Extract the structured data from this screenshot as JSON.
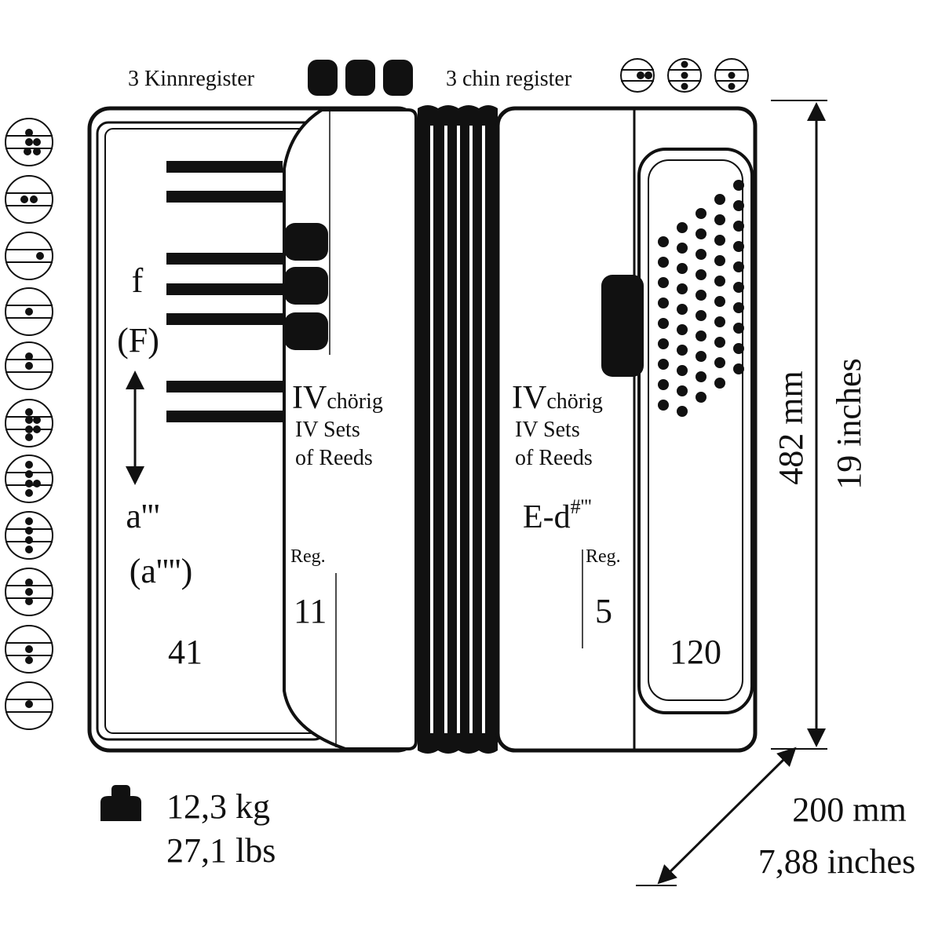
{
  "header": {
    "chin_de": "3 Kinnregister",
    "chin_en": "3 chin register"
  },
  "treble": {
    "range_low": "f",
    "range_low_alt": "(F)",
    "range_high": "a'''",
    "range_high_alt": "(a'''')",
    "keys": "41",
    "reeds_de_prefix": "IV",
    "reeds_de_suffix": "chörig",
    "reeds_en_line1": "IV Sets",
    "reeds_en_line2": "of Reeds",
    "reg_label": "Reg.",
    "reg_count": "11"
  },
  "bass": {
    "reeds_de_prefix": "IV",
    "reeds_de_suffix": "chörig",
    "reeds_en_line1": "IV Sets",
    "reeds_en_line2": "of Reeds",
    "range_base": "E-d",
    "range_sup": "#'''",
    "reg_label": "Reg.",
    "reg_count": "5",
    "buttons": "120"
  },
  "dimensions": {
    "height_mm": "482 mm",
    "height_in": "19 inches",
    "depth_mm": "200 mm",
    "depth_in": "7,88 inches",
    "weight_kg": "12,3 kg",
    "weight_lbs": "27,1 lbs"
  },
  "icons": {
    "weight": "weight-icon",
    "chin_button": "chin-register-button-icon",
    "register": "register-symbol-icon"
  },
  "colors": {
    "ink": "#111111",
    "paper": "#ffffff"
  }
}
